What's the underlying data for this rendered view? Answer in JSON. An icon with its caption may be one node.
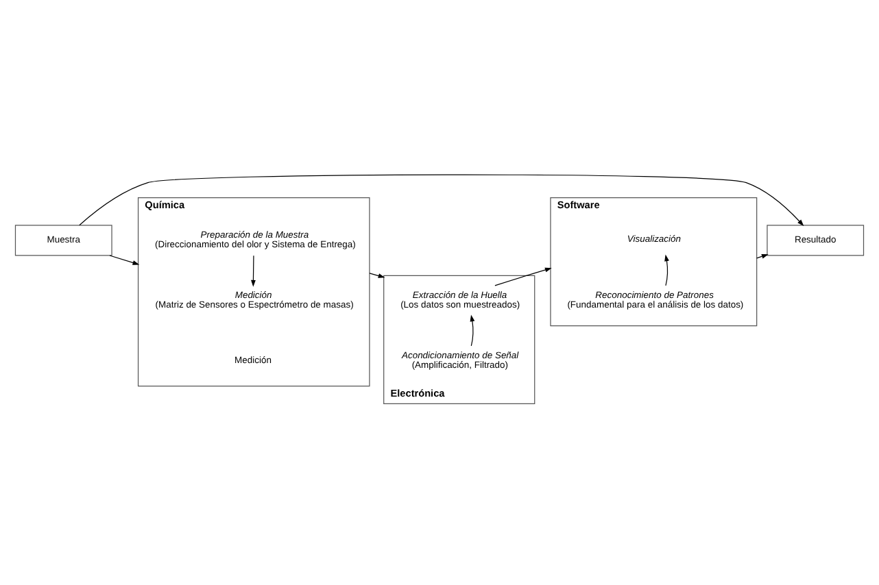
{
  "diagram": {
    "nodes": [
      {
        "text": [
          "Muestra"
        ]
      },
      {
        "text": [
          "Resultado"
        ]
      },
      {
        "text": [
          "Química",
          "Medición"
        ]
      },
      {
        "text": [
          "Preparación de la Muestra",
          "(Direccionamiento del olor y Sistema de Entrega)"
        ],
        "in": 2
      },
      {
        "text": [
          "Medición",
          "(Matriz de Sensores o Espectrómetro de masas)"
        ],
        "in": 2
      },
      {
        "text": [
          "Software"
        ]
      },
      {
        "text": [
          "Visualización"
        ],
        "in": 5
      },
      {
        "text": [
          "Reconocimiento de Patrones",
          "(Fundamental para el análisis de los datos)"
        ],
        "in": 5
      },
      {
        "text": [
          "Electrónica"
        ]
      },
      {
        "text": [
          "Acondicionamiento de Señal",
          "(Amplificación, Filtrado)"
        ],
        "in": 8
      },
      {
        "text": [
          "Extracción de la Huella",
          "(Los datos son muestreados)"
        ],
        "in": 8
      }
    ],
    "edges": [
      {
        "from": 0,
        "to": 1,
        "arrow": "to"
      },
      {
        "from": 0,
        "to": 2,
        "arrow": "to"
      },
      {
        "from": 3,
        "to": 4,
        "arrow": "to"
      },
      {
        "from": 2,
        "to": 8,
        "arrow": "to"
      },
      {
        "from": 9,
        "to": 10,
        "arrow": "to"
      },
      {
        "from": 10,
        "to": 5,
        "arrow": "to"
      },
      {
        "from": 7,
        "to": 6,
        "arrow": "to"
      },
      {
        "from": 5,
        "to": 1,
        "arrow": "to"
      }
    ]
  }
}
